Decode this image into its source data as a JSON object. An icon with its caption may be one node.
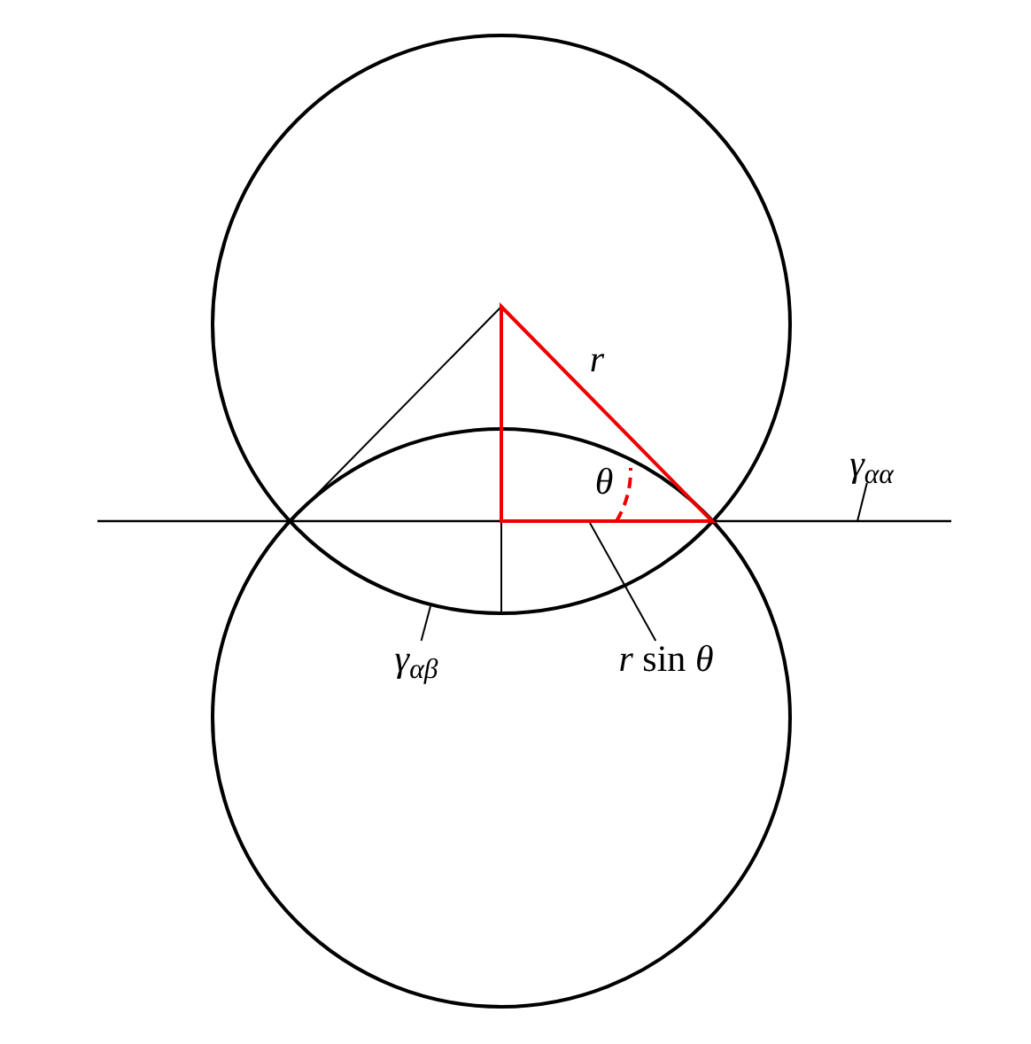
{
  "diagram": {
    "nodes": [
      {
        "text": [
          "γ$_{αα}$"
        ]
      },
      {
        "text": [
          "γ$_{αβ}$"
        ]
      },
      {
        "text": [
          "*r* sin *θ*"
        ]
      },
      {
        "text": [],
        "shape": "triangle"
      }
    ],
    "edges": [
      {
        "from": 0,
        "to": null,
        "arrow": "none"
      },
      {
        "from": 1,
        "to": null,
        "arrow": "none"
      },
      {
        "from": 2,
        "to": 3,
        "arrow": "none"
      }
    ],
    "labels": [
      "r",
      "θ"
    ]
  }
}
